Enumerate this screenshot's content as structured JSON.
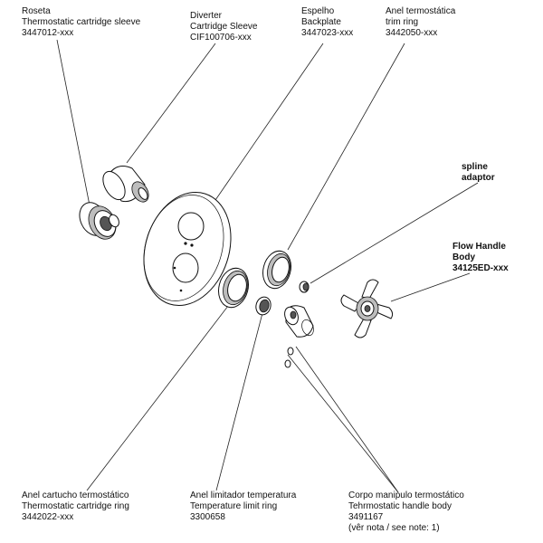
{
  "labels": {
    "rosette": {
      "line1": "Roseta",
      "line2": "Thermostatic cartridge sleeve",
      "code": "3447012-xxx"
    },
    "diverter": {
      "line1": "Diverter",
      "line2": "Cartridge Sleeve",
      "code": "CIF100706-xxx"
    },
    "backplate": {
      "line1": "Espelho",
      "line2": "Backplate",
      "code": "3447023-xxx"
    },
    "trim_ring": {
      "line1": "Anel termostática",
      "line2": "trim ring",
      "code": "3442050-xxx"
    },
    "spline": {
      "line1": "spline",
      "line2": "adaptor"
    },
    "flow_handle": {
      "line1": "Flow Handle",
      "line2": "Body",
      "code": "34125ED-xxx"
    },
    "cartridge_ring": {
      "line1": "Anel cartucho termostático",
      "line2": "Thermostatic cartridge ring",
      "code": "3442022-xxx"
    },
    "temp_limit": {
      "line1": "Anel limitador temperatura",
      "line2": "Temperature limit ring",
      "code": "3300658"
    },
    "handle_body": {
      "line1": "Corpo manipulo termostático",
      "line2": "Tehrmostatic handle body",
      "code": "3491167",
      "note": "(vêr nota / see note: 1)"
    }
  }
}
